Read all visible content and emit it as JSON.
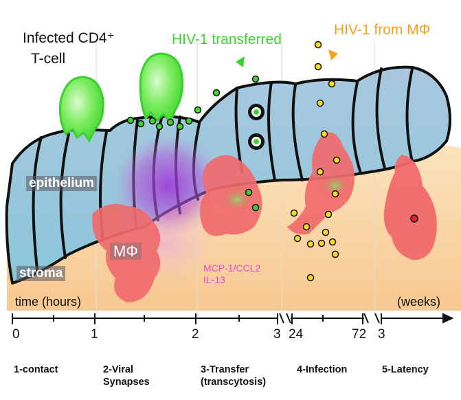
{
  "labels": {
    "infected_cd4_line1": "Infected CD4⁺",
    "infected_cd4_line2": "T-cell",
    "hiv_transferred": "HIV-1 transferred",
    "hiv_from_mphi": "HIV-1 from MΦ",
    "epithelium": "epithelium",
    "stroma": "stroma",
    "macrophage": "MΦ",
    "cytokine_line1": "MCP-1/CCL2",
    "cytokine_line2": "IL-13"
  },
  "timeline": {
    "left_unit": "time (hours)",
    "right_unit": "(weeks)",
    "ticks": [
      "0",
      "1",
      "2",
      "3",
      "24",
      "72",
      "3"
    ]
  },
  "stages": [
    {
      "line1": "1-contact",
      "line2": ""
    },
    {
      "line1": "2-Viral",
      "line2": "Synapses"
    },
    {
      "line1": "3-Transfer",
      "line2": "(transcytosis)"
    },
    {
      "line1": "4-Infection",
      "line2": ""
    },
    {
      "line1": "5-Latency",
      "line2": ""
    }
  ],
  "colors": {
    "epithelium": "#8fc8df",
    "stroma": "#f6c890",
    "tcell": "#4ee23a",
    "macrophage": "#f05a62",
    "virus_green": "#39d12e",
    "virus_yellow": "#f5dc2a",
    "pink_text": "#e34ad6",
    "orange_text": "#f3a21f"
  }
}
